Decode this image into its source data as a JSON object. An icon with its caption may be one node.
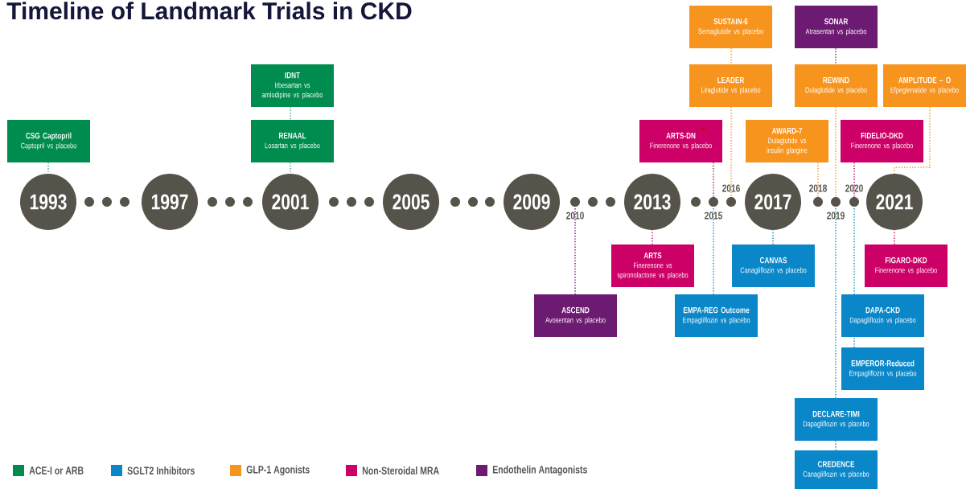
{
  "diagram": {
    "title": "Timeline of Landmark Trials in CKD",
    "nodes": [
      {
        "text": [
          "SUSTAIN-6",
          "Semaglutide vs placebo"
        ]
      },
      {
        "text": [
          "SONAR",
          "Atrasentan vs placebo"
        ]
      },
      {
        "text": [
          "IDNT",
          "Irbesartan vs amlodipine vs placebo"
        ]
      },
      {
        "text": [
          "LEADER",
          "Liraglutide vs placebo"
        ]
      },
      {
        "text": [
          "REWIND",
          "Dulaglutide vs placebo"
        ]
      },
      {
        "text": [
          "AMPLITUDE – O",
          "Efpeglenatide vs placebo"
        ]
      },
      {
        "text": [
          "CSG Captopril",
          "Captopril vs placebo"
        ]
      },
      {
        "text": [
          "RENAAL",
          "Losartan vs placebo"
        ]
      },
      {
        "text": [
          "ARTS-DN",
          "Finerenone vs placebo"
        ]
      },
      {
        "text": [
          "AWARD-7",
          "Dulaglutide vs insulin glargine"
        ]
      },
      {
        "text": [
          "FIDELIO-DKD",
          "Finerenone vs placebo"
        ]
      },
      {
        "text": [
          "1993"
        ]
      },
      {
        "text": [
          "1997"
        ]
      },
      {
        "text": [
          "2001"
        ]
      },
      {
        "text": [
          "2005"
        ]
      },
      {
        "text": [
          "2009"
        ]
      },
      {
        "text": [],
        "shape": "circle",
        "beside": [
          "2010"
        ]
      },
      {
        "text": [
          "2013"
        ]
      },
      {
        "text": [],
        "shape": "circle",
        "beside": [
          "2015"
        ]
      },
      {
        "text": [],
        "shape": "circle",
        "beside": [
          "2016"
        ]
      },
      {
        "text": [
          "2017"
        ]
      },
      {
        "text": [],
        "shape": "circle",
        "beside": [
          "2018"
        ]
      },
      {
        "text": [],
        "shape": "circle",
        "beside": [
          "2019"
        ]
      },
      {
        "text": [],
        "shape": "circle",
        "beside": [
          "2020"
        ]
      },
      {
        "text": [
          "2021"
        ]
      },
      {
        "text": [
          "ARTS",
          "Finerenone vs spironolactone vs placebo"
        ]
      },
      {
        "text": [
          "CANVAS",
          "Canagliflozin vs placebo"
        ]
      },
      {
        "text": [
          "FIGARO-DKD",
          "Finerenone vs placebo"
        ]
      },
      {
        "text": [
          "ASCEND",
          "Avosentan vs placebo"
        ]
      },
      {
        "text": [
          "EMPA-REG Outcome",
          "Empagliflozin vs placebo"
        ]
      },
      {
        "text": [
          "DAPA-CKD",
          "Dapagliflozin vs placebo"
        ]
      },
      {
        "text": [
          "EMPEROR-Reduced",
          "Empagliflozin vs placebo"
        ]
      },
      {
        "text": [
          "DECLARE-TIMI",
          "Dapagliflozin vs placebo"
        ]
      },
      {
        "text": [
          "CREDENCE",
          "Canagliflozin vs placebo"
        ]
      }
    ],
    "edges": [
      {
        "from": 0,
        "to": 3,
        "arrow": "none",
        "color": "#f7941d"
      },
      {
        "from": 3,
        "to": 19,
        "arrow": "none",
        "color": "#f7941d"
      },
      {
        "from": 1,
        "to": 4,
        "arrow": "none",
        "color": "#6d1a72"
      },
      {
        "from": 4,
        "to": 22,
        "arrow": "none",
        "color": "#f7941d"
      },
      {
        "from": 2,
        "to": 7,
        "arrow": "none",
        "color": "#3aa58a"
      },
      {
        "from": 7,
        "to": 13,
        "arrow": "none",
        "color": "#3aa58a"
      },
      {
        "from": 5,
        "to": 24,
        "arrow": "none",
        "color": "#f7941d"
      },
      {
        "from": 6,
        "to": 11,
        "arrow": "none",
        "color": "#3aa58a"
      },
      {
        "from": 8,
        "to": 18,
        "arrow": "none",
        "color": "#cc0066"
      },
      {
        "from": 9,
        "to": 21,
        "arrow": "none",
        "color": "#f7941d"
      },
      {
        "from": 10,
        "to": 23,
        "arrow": "none",
        "color": "#cc0066"
      },
      {
        "from": 25,
        "to": 17,
        "arrow": "none",
        "color": "#cc0066"
      },
      {
        "from": 26,
        "to": 20,
        "arrow": "none",
        "color": "#0a87c9"
      },
      {
        "from": 27,
        "to": 24,
        "arrow": "none",
        "color": "#cc0066"
      },
      {
        "from": 28,
        "to": 16,
        "arrow": "none",
        "color": "#6d1a72"
      },
      {
        "from": 29,
        "to": 18,
        "arrow": "none",
        "color": "#0a87c9"
      },
      {
        "from": 30,
        "to": 23,
        "arrow": "none",
        "color": "#0a87c9"
      },
      {
        "from": 31,
        "to": 30,
        "arrow": "none",
        "color": "#0a87c9"
      },
      {
        "from": 32,
        "to": 22,
        "arrow": "none",
        "color": "#0a87c9"
      },
      {
        "from": 33,
        "to": 32,
        "arrow": "none",
        "color": "#0a87c9"
      }
    ],
    "legend": [
      {
        "text": "ACE-I or ARB",
        "color": "#008c4f"
      },
      {
        "text": "SGLT2 Inhibitors",
        "color": "#0a87c9"
      },
      {
        "text": "GLP-1 Agonists",
        "color": "#f7941d"
      },
      {
        "text": "Non-Steroidal MRA",
        "color": "#cc0066"
      },
      {
        "text": "Endothelin Antagonists",
        "color": "#6d1a72"
      }
    ]
  }
}
